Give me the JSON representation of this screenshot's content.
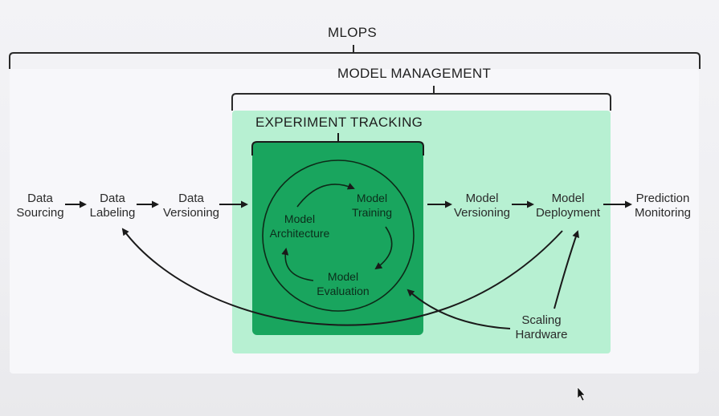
{
  "titles": {
    "mlops": "MLOPS",
    "model_management": "MODEL MANAGEMENT",
    "experiment_tracking": "EXPERIMENT TRACKING"
  },
  "pipeline": {
    "data_sourcing": [
      "Data",
      "Sourcing"
    ],
    "data_labeling": [
      "Data",
      "Labeling"
    ],
    "data_versioning": [
      "Data",
      "Versioning"
    ],
    "model_versioning": [
      "Model",
      "Versioning"
    ],
    "model_deployment": [
      "Model",
      "Deployment"
    ],
    "prediction_monitoring": [
      "Prediction",
      "Monitoring"
    ]
  },
  "cycle": {
    "model_training": [
      "Model",
      "Training"
    ],
    "model_architecture": [
      "Model",
      "Architecture"
    ],
    "model_evaluation": [
      "Model",
      "Evaluation"
    ]
  },
  "scaling_hardware": [
    "Scaling",
    "Hardware"
  ],
  "colors": {
    "model_management_fill": "#b7f0d2",
    "experiment_tracking_fill": "#19a55e",
    "line": "#1a1a1a"
  }
}
